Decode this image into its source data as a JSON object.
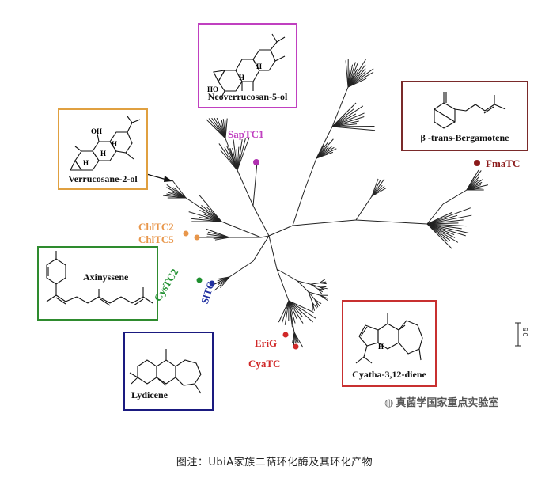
{
  "products": {
    "neoverrucosan": {
      "name": "Neoverrucosan-5-ol",
      "color": "#c040c0",
      "atom_h1": "H",
      "atom_h2": "H",
      "atom_ho": "HO"
    },
    "bergamotene": {
      "name": "β -trans-Bergamotene",
      "color": "#7a2a2a"
    },
    "verrucosane": {
      "name": "Verrucosane-2-ol",
      "color": "#e0a040",
      "atom_oh": "OH",
      "atom_h1": "H",
      "atom_h2": "H",
      "atom_h3": "H"
    },
    "axinyssene": {
      "name": "Axinyssene",
      "color": "#2e8b2e"
    },
    "lydicene": {
      "name": "Lydicene",
      "color": "#1a1a80"
    },
    "cyathadiene": {
      "name": "Cyatha-3,12-diene",
      "color": "#c83030",
      "atom_h": "H"
    }
  },
  "enzymes": {
    "saptc1": {
      "label": "SapTC1",
      "color": "#c040c0"
    },
    "fmatc": {
      "label": "FmaTC",
      "color": "#8b1a1a"
    },
    "chltc2": {
      "label": "ChlTC2",
      "color": "#e8964a"
    },
    "chltc5": {
      "label": "ChlTC5",
      "color": "#e8964a"
    },
    "cystc2": {
      "label": "CysTC2",
      "color": "#1f8f2f"
    },
    "sltc": {
      "label": "SlTC",
      "color": "#2030a0"
    },
    "erig": {
      "label": "EriG",
      "color": "#d02828"
    },
    "cyatc": {
      "label": "CyaTC",
      "color": "#d02828"
    }
  },
  "scale_bar": {
    "label": "0.5"
  },
  "watermark": {
    "text": "真菌学国家重点实验室"
  },
  "caption": {
    "text": "图注：UbiA家族二萜环化酶及其环化产物"
  }
}
